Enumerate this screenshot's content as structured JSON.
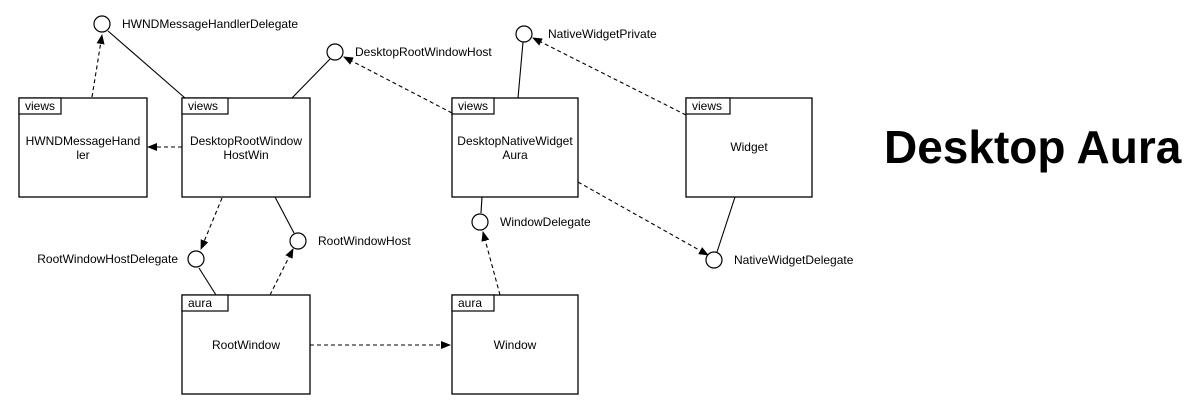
{
  "title": "Desktop Aura",
  "boxes": {
    "hwnd": {
      "tag": "views",
      "lines": [
        "HWNDMessageHand",
        "ler"
      ]
    },
    "drwhw": {
      "tag": "views",
      "lines": [
        "DesktopRootWindow",
        "HostWin"
      ]
    },
    "dnwa": {
      "tag": "views",
      "lines": [
        "DesktopNativeWidget",
        "Aura"
      ]
    },
    "widget": {
      "tag": "views",
      "lines": [
        "Widget"
      ]
    },
    "rootwindow": {
      "tag": "aura",
      "lines": [
        "RootWindow"
      ]
    },
    "window": {
      "tag": "aura",
      "lines": [
        "Window"
      ]
    }
  },
  "interfaces": {
    "hwnd_delegate": "HWNDMessageHandlerDelegate",
    "drwh": "DesktopRootWindowHost",
    "nwp": "NativeWidgetPrivate",
    "rwhd": "RootWindowHostDelegate",
    "rwh": "RootWindowHost",
    "wd": "WindowDelegate",
    "nwd": "NativeWidgetDelegate"
  }
}
